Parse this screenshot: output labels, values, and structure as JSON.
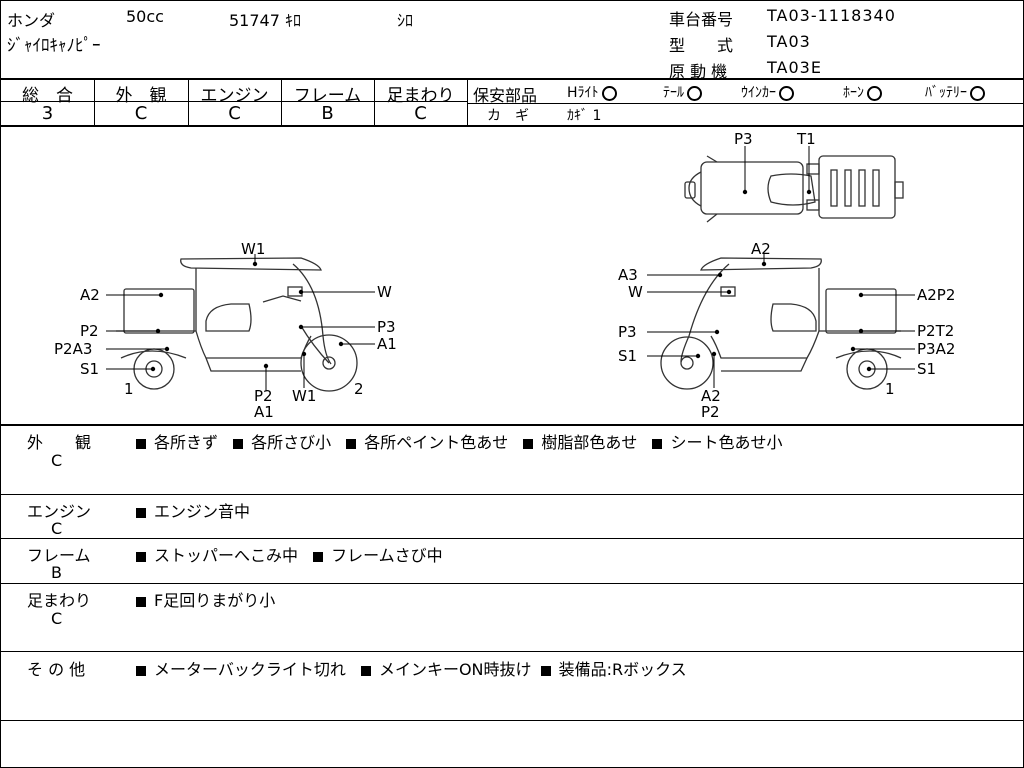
{
  "header": {
    "maker": "ホンダ",
    "displacement": "50cc",
    "mileage": "51747 ｷﾛ",
    "color": "ｼﾛ",
    "model_name": "ｼﾞｬｲﾛｷｬﾉﾋﾟｰ",
    "chassis_label": "車台番号",
    "chassis_value": "TA03-1118340",
    "type_label": "型　　式",
    "type_value": "TA03",
    "engine_label": "原 動 機",
    "engine_value": "TA03E"
  },
  "grades": {
    "headers": [
      "総　合",
      "外　観",
      "エンジン",
      "フレーム",
      "足まわり"
    ],
    "values": [
      "3",
      "C",
      "C",
      "B",
      "C"
    ]
  },
  "safety": {
    "title": "保安部品",
    "items": [
      "Hﾗｲﾄ",
      "ﾃｰﾙ",
      "ｳｲﾝｶｰ",
      "ﾎｰﾝ",
      "ﾊﾞｯﾃﾘｰ"
    ],
    "key_label": "カ　ギ",
    "key_value": "ｶｷﾞ 1"
  },
  "diagram": {
    "top": {
      "labels": [
        "P3",
        "T1"
      ]
    },
    "left": {
      "labels": [
        "W1",
        "A2",
        "W",
        "P2",
        "P3",
        "P2A3",
        "A1",
        "S1",
        "1",
        "2",
        "P2",
        "A1",
        "W1"
      ]
    },
    "right": {
      "labels": [
        "A2",
        "A3",
        "W",
        "A2P2",
        "P3",
        "P2T2",
        "S1",
        "P3A2",
        "S1",
        "1",
        "A2",
        "P2"
      ]
    }
  },
  "remarks": [
    {
      "label": "外　　観",
      "grade": "C",
      "items": [
        "各所きず",
        "各所さび小",
        "各所ペイント色あせ",
        "樹脂部色あせ",
        "シート色あせ小"
      ]
    },
    {
      "label": "エンジン",
      "grade": "C",
      "items": [
        "エンジン音中"
      ]
    },
    {
      "label": "フレーム",
      "grade": "B",
      "items": [
        "ストッパーへこみ中",
        "フレームさび中"
      ]
    },
    {
      "label": "足まわり",
      "grade": "C",
      "items": [
        "F足回りまがり小"
      ]
    },
    {
      "label": "そ の 他",
      "grade": "",
      "items": [
        "メーターバックライト切れ",
        "メインキーON時抜け",
        "装備品:Rボックス"
      ]
    }
  ]
}
